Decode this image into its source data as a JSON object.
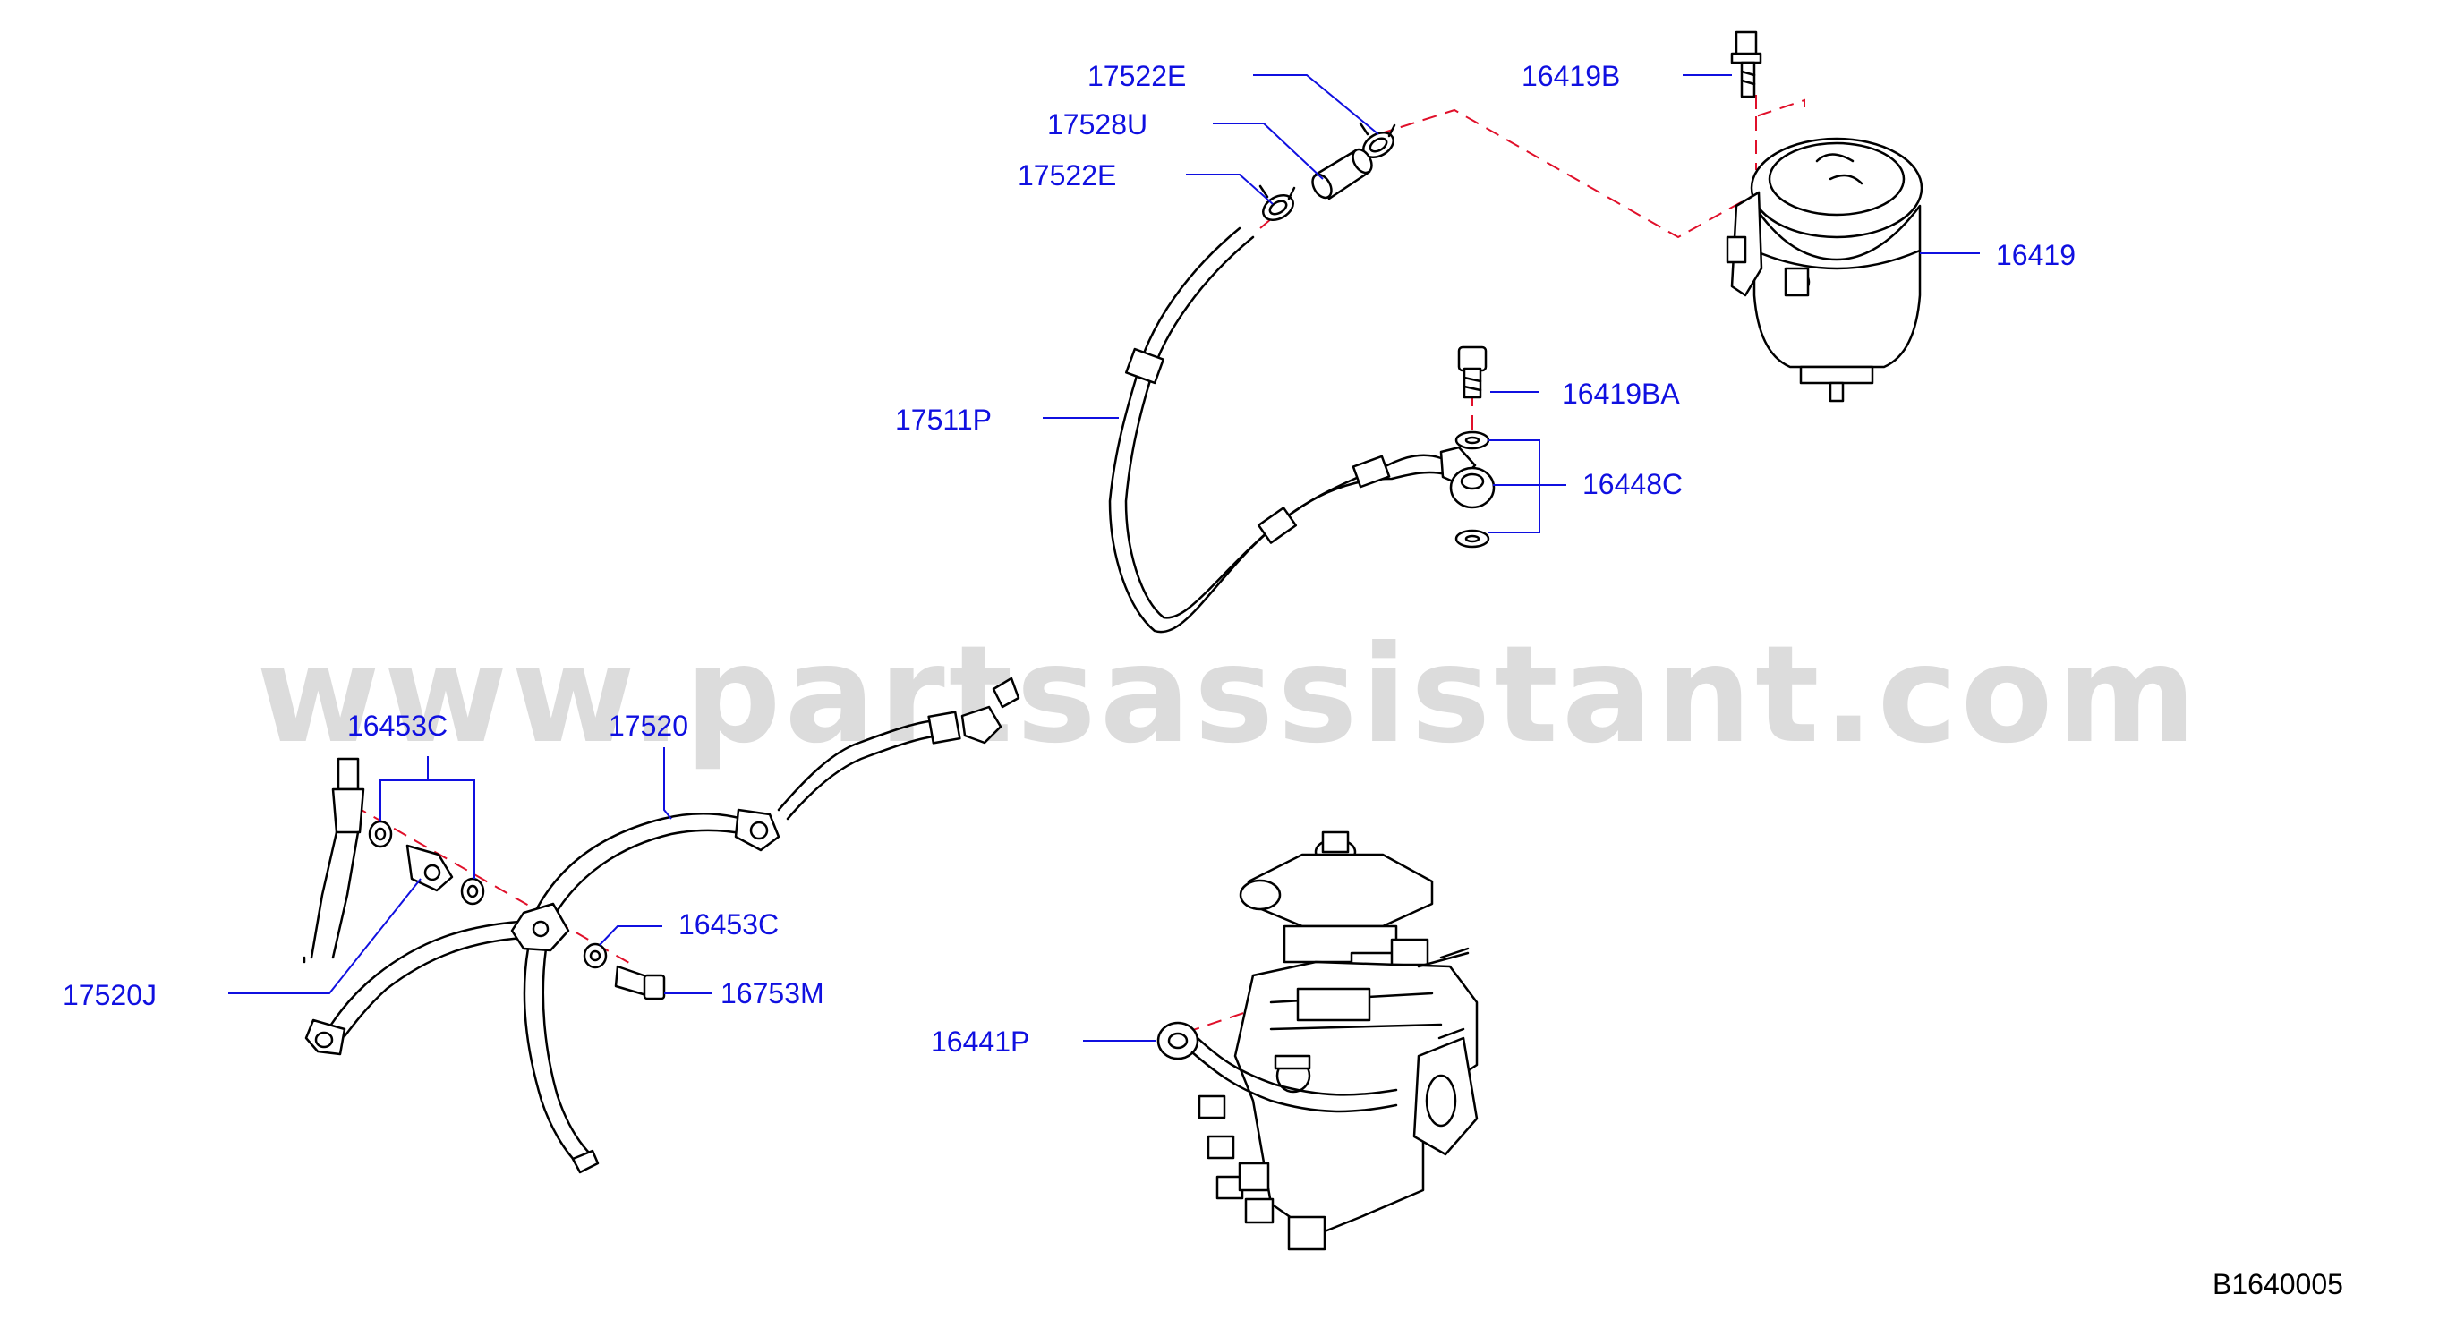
{
  "watermark": "www.partsassistant.com",
  "diagram_code": "B1640005",
  "callouts": {
    "c17522e_top": "17522E",
    "c17528u": "17528U",
    "c17522e_bottom": "17522E",
    "c16419b": "16419B",
    "c16419": "16419",
    "c17511p": "17511P",
    "c16419ba": "16419BA",
    "c16448c": "16448C",
    "c16453c_top": "16453C",
    "c17520": "17520",
    "c16453c_right": "16453C",
    "c16753m": "16753M",
    "c17520j": "17520J",
    "c16441p": "16441P"
  }
}
